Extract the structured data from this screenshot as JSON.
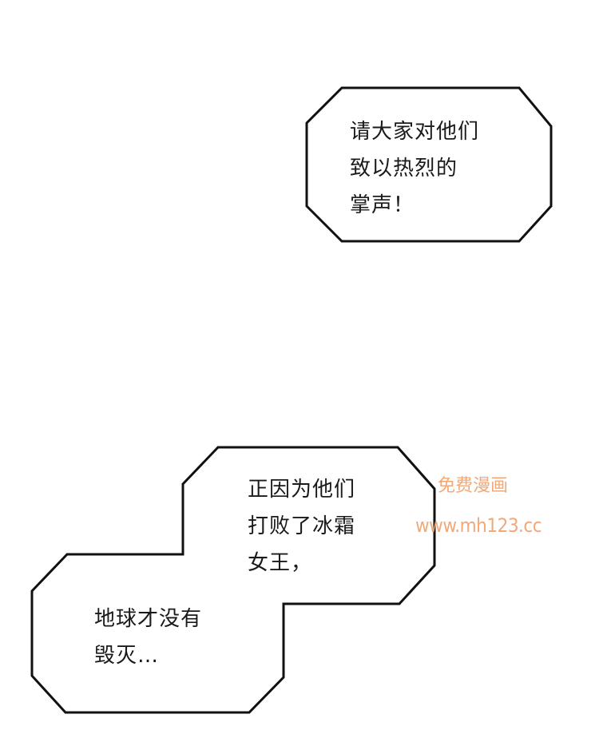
{
  "bubble_top": {
    "lines": [
      "请大家对他们",
      "致以热烈的",
      "掌声！"
    ]
  },
  "bubble_bottom_right": {
    "lines": [
      "正因为他们",
      "打败了冰霜",
      "女王，"
    ]
  },
  "bubble_bottom_left": {
    "lines": [
      "地球才没有",
      "毁灭…"
    ]
  },
  "watermark": {
    "title": "免费漫画",
    "url": "www.mh123.cc"
  },
  "colors": {
    "background": "#ffffff",
    "bubble_stroke": "#111111",
    "text": "#1a1a1a",
    "watermark": "#f0a06a"
  }
}
